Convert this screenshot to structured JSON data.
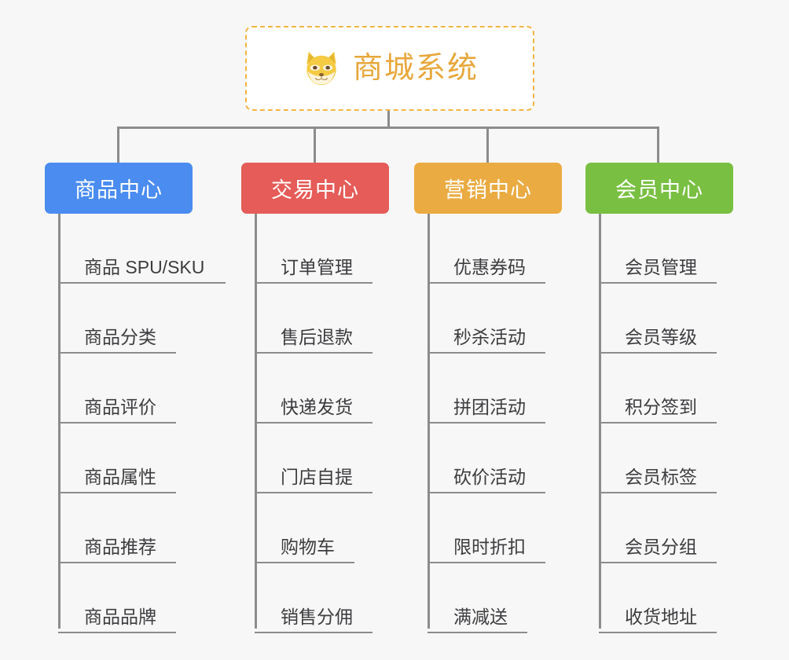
{
  "background_color": "#f7f7f7",
  "root": {
    "title": "商城系统",
    "icon": "shiba-dog-face-icon",
    "text_color": "#e7a73b",
    "border_color": "#f2b544",
    "fill_color": "#ffffff"
  },
  "connector_color": "#8c8c8c",
  "branches": [
    {
      "label": "商品中心",
      "color": "#4a8cf0",
      "leaves": [
        {
          "label": "商品 SPU/SKU"
        },
        {
          "label": "商品分类"
        },
        {
          "label": "商品评价"
        },
        {
          "label": "商品属性"
        },
        {
          "label": "商品推荐"
        },
        {
          "label": "商品品牌"
        }
      ]
    },
    {
      "label": "交易中心",
      "color": "#e55c58",
      "leaves": [
        {
          "label": "订单管理"
        },
        {
          "label": "售后退款"
        },
        {
          "label": "快递发货"
        },
        {
          "label": "门店自提"
        },
        {
          "label": "购物车"
        },
        {
          "label": "销售分佣"
        }
      ]
    },
    {
      "label": "营销中心",
      "color": "#eaab42",
      "leaves": [
        {
          "label": "优惠券码"
        },
        {
          "label": "秒杀活动"
        },
        {
          "label": "拼团活动"
        },
        {
          "label": "砍价活动"
        },
        {
          "label": "限时折扣"
        },
        {
          "label": "满减送"
        }
      ]
    },
    {
      "label": "会员中心",
      "color": "#79c042",
      "leaves": [
        {
          "label": "会员管理"
        },
        {
          "label": "会员等级"
        },
        {
          "label": "积分签到"
        },
        {
          "label": "会员标签"
        },
        {
          "label": "会员分组"
        },
        {
          "label": "收货地址"
        }
      ]
    }
  ]
}
